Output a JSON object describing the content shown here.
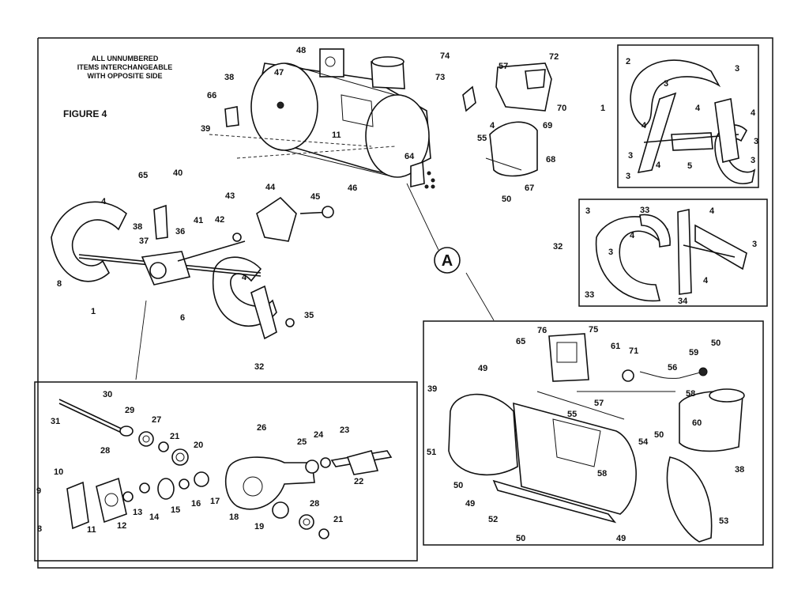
{
  "figure_title": "FIGURE 4",
  "note_lines": [
    "ALL UNNUMBERED",
    "ITEMS INTERCHANGEABLE",
    "WITH OPPOSITE SIDE"
  ],
  "callout": "A",
  "part_labels": [
    "1",
    "2",
    "3",
    "4",
    "5",
    "6",
    "8",
    "9",
    "10",
    "11",
    "12",
    "13",
    "14",
    "15",
    "16",
    "17",
    "18",
    "19",
    "20",
    "21",
    "22",
    "23",
    "24",
    "25",
    "26",
    "27",
    "28",
    "29",
    "30",
    "31",
    "32",
    "33",
    "34",
    "35",
    "36",
    "37",
    "38",
    "39",
    "40",
    "41",
    "42",
    "43",
    "44",
    "45",
    "46",
    "47",
    "48",
    "49",
    "50",
    "51",
    "52",
    "53",
    "54",
    "55",
    "56",
    "57",
    "58",
    "59",
    "60",
    "61",
    "64",
    "65",
    "66",
    "67",
    "68",
    "69",
    "70",
    "71",
    "72",
    "73",
    "74",
    "75",
    "76"
  ]
}
